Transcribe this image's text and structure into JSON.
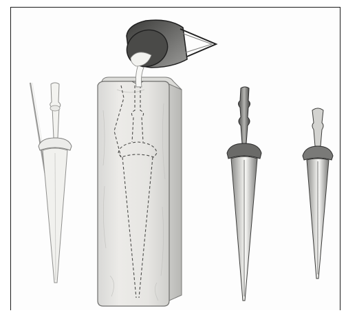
{
  "image": {
    "kind": "line-illustration",
    "objects": [
      {
        "id": "rod-and-dagger-blank",
        "icon": "dagger-icon"
      },
      {
        "id": "stone-mould",
        "icon": "mould-icon"
      },
      {
        "id": "crucible",
        "icon": "crucible-icon"
      },
      {
        "id": "finished-dagger-1",
        "icon": "dagger-icon"
      },
      {
        "id": "finished-dagger-2",
        "icon": "dagger-icon"
      }
    ],
    "colors": {
      "background": "#ffffff",
      "border": "#1a1a1a",
      "ink": "#2b2b2b",
      "mould_fill": "#e9e9e7",
      "metal_light": "#f4f2ee",
      "metal_dark": "#6c6c6c"
    }
  }
}
